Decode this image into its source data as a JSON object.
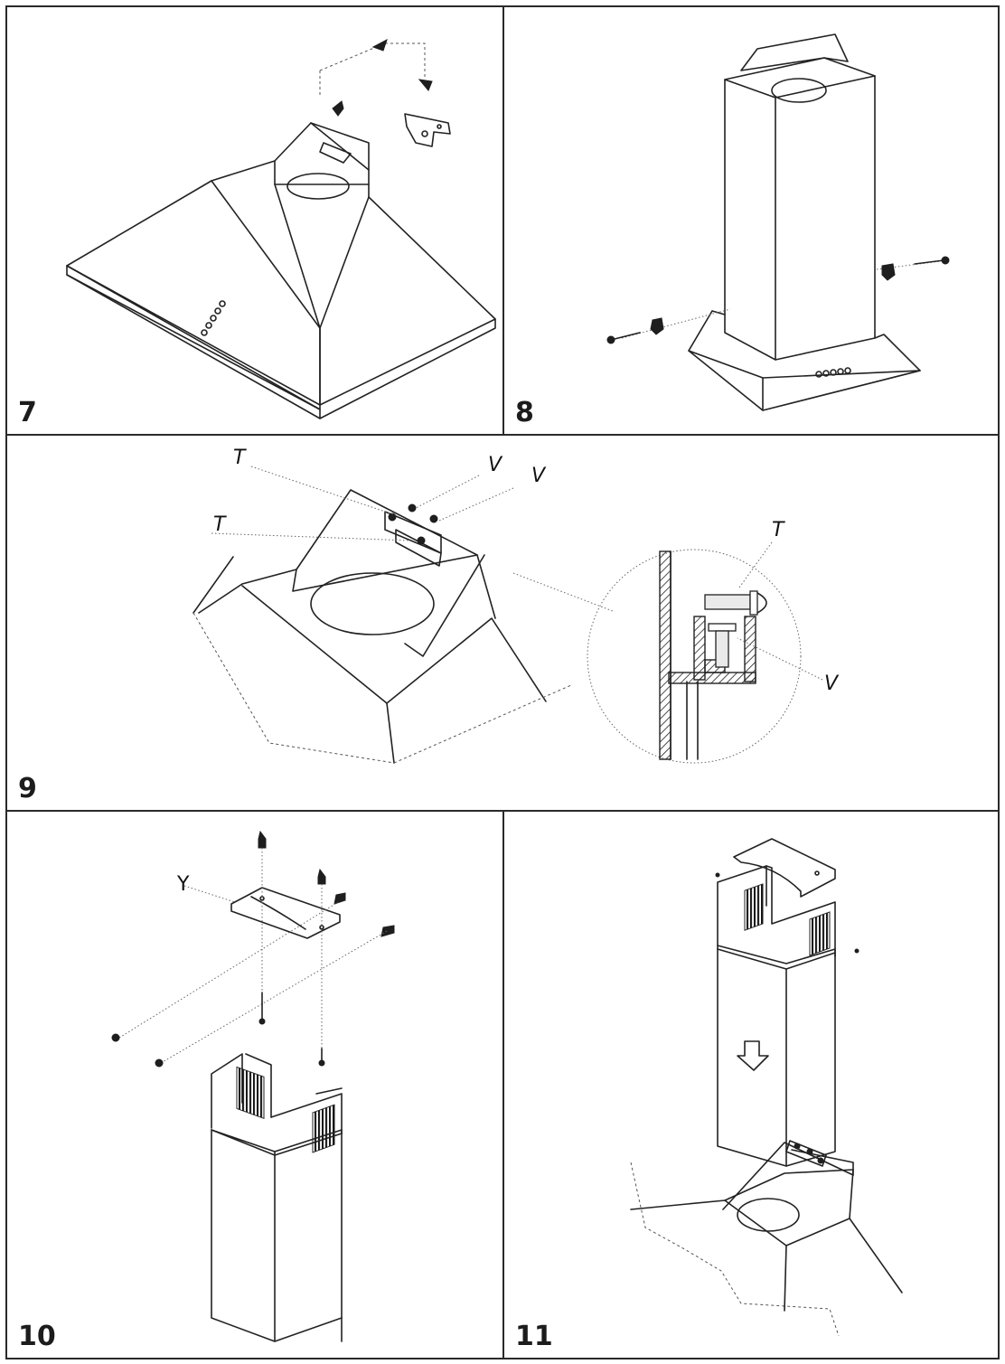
{
  "steps": [
    {
      "number": "7"
    },
    {
      "number": "8"
    },
    {
      "number": "9",
      "labels": [
        "T",
        "V",
        "V",
        "T",
        "T",
        "V"
      ]
    },
    {
      "number": "10",
      "labels": [
        "Y"
      ]
    },
    {
      "number": "11"
    }
  ]
}
